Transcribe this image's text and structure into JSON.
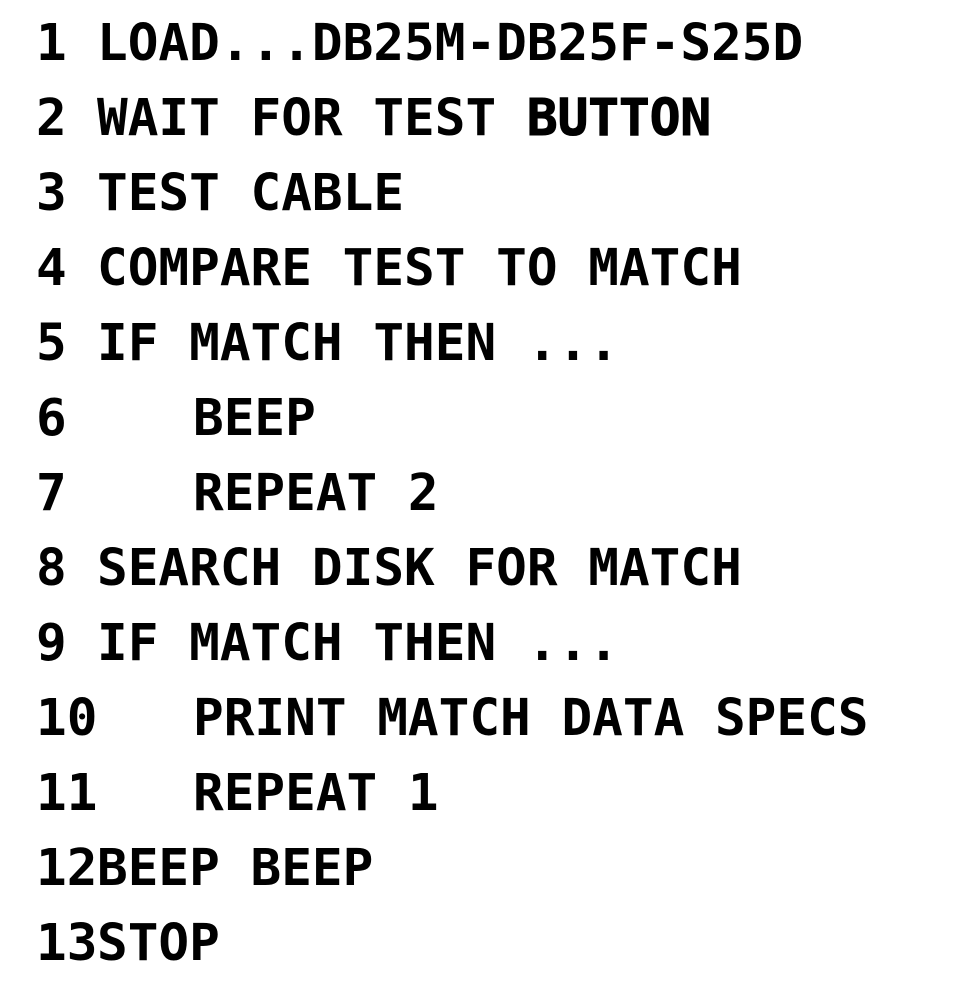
{
  "document": {
    "type": "program-listing",
    "background_color": "#ffffff",
    "text_color": "#000000",
    "total_lines": 13,
    "indent_unit_chars": 3
  },
  "lines": [
    {
      "number": "1",
      "text": "LOAD...DB25M-DB25F-S25D",
      "indent": 0,
      "emphasis": null
    },
    {
      "number": "2",
      "text": "WAIT FOR TEST BUTTON",
      "indent": 0,
      "emphasis": "BUTTON",
      "prefix": "WAIT FOR TEST "
    },
    {
      "number": "3",
      "text": "TEST CABLE",
      "indent": 0,
      "emphasis": null
    },
    {
      "number": "4",
      "text": "COMPARE TEST TO MATCH",
      "indent": 0,
      "emphasis": null
    },
    {
      "number": "5",
      "text": "IF MATCH THEN ...",
      "indent": 0,
      "emphasis": null
    },
    {
      "number": "6",
      "text": "BEEP",
      "indent": 3,
      "emphasis": null
    },
    {
      "number": "7",
      "text": "REPEAT 2",
      "indent": 3,
      "emphasis": null
    },
    {
      "number": "8",
      "text": "SEARCH DISK FOR MATCH",
      "indent": 0,
      "emphasis": null
    },
    {
      "number": "9",
      "text": "IF MATCH THEN ...",
      "indent": 0,
      "emphasis": null
    },
    {
      "number": "10",
      "text": "PRINT MATCH DATA SPECS",
      "indent": 3,
      "emphasis": null
    },
    {
      "number": "11",
      "text": "REPEAT 1",
      "indent": 3,
      "emphasis": null
    },
    {
      "number": "12",
      "text": "BEEP BEEP",
      "indent": 0,
      "emphasis": null
    },
    {
      "number": "13",
      "text": "STOP",
      "indent": 0,
      "emphasis": null
    }
  ]
}
